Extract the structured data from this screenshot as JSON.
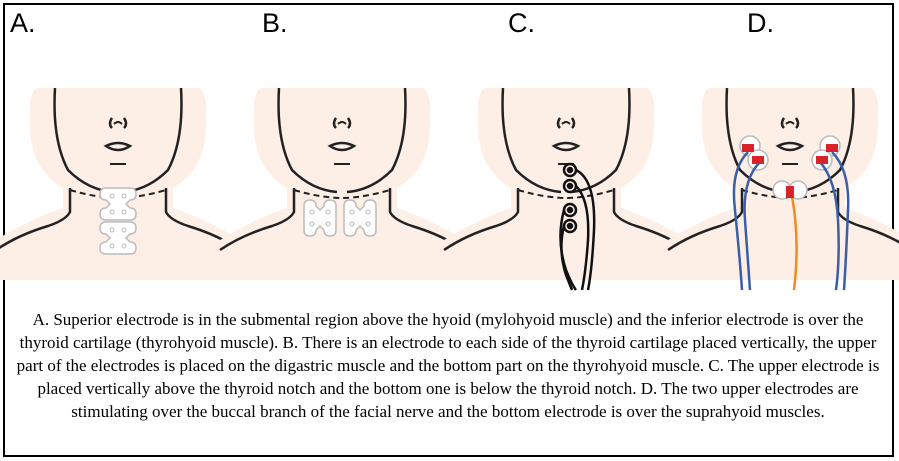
{
  "panels": [
    {
      "label": "A."
    },
    {
      "label": "B."
    },
    {
      "label": "C."
    },
    {
      "label": "D."
    }
  ],
  "colors": {
    "skin": "#fdeee6",
    "outline": "#222222",
    "electrode_red": "#d8232a",
    "lead_blue": "#3a5ea8",
    "lead_orange": "#f08a24"
  },
  "caption": "A. Superior electrode is in the submental region above the hyoid (mylohyoid muscle) and the inferior electrode is over the thyroid cartilage (thyrohyoid muscle). B. There is an electrode to each side of the thyroid cartilage placed vertically, the upper part of the electrodes is placed on the digastric muscle and the bottom part on the thyrohyoid muscle. C. The upper electrode is placed vertically above the thyroid notch and the bottom one is below the thyroid notch. D. The two upper electrodes are stimulating over the buccal branch of the facial nerve and the bottom electrode is over the suprahyoid muscles."
}
